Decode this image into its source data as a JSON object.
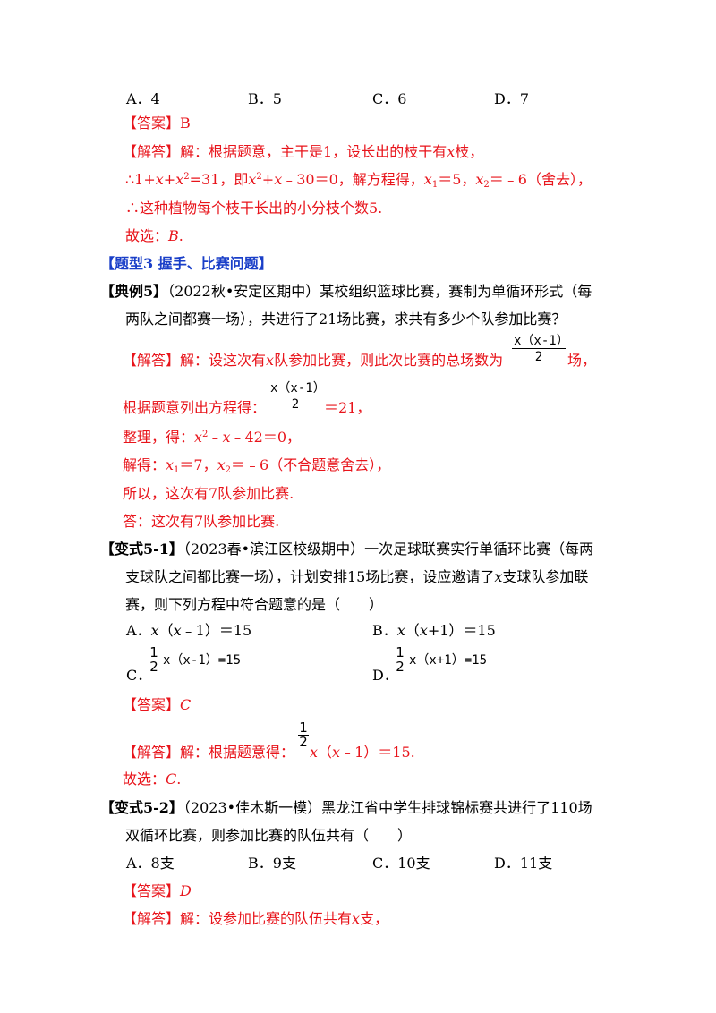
{
  "q4_options": {
    "a": "A．4",
    "b": "B．5",
    "c": "C．6",
    "d": "D．7"
  },
  "q4_answer": {
    "tag": "【答案】",
    "value": "B"
  },
  "q4_solution": {
    "line1_tag": "【解答】",
    "line1_text": "解：根据题意，主干是1，设长出的枝干有",
    "line1_var": "x",
    "line1_end": "枝，",
    "line2_prefix": "∴1+",
    "line2_a": "x",
    "line2_b": "+",
    "line2_c": "x",
    "line2_d": "=31，即",
    "line2_e": "x",
    "line2_f": "+",
    "line2_g": "x",
    "line2_h": "﹣30＝0，解方程得，",
    "line2_x1": "x",
    "line2_x1v": "＝5，",
    "line2_x2": "x",
    "line2_x2v": "＝﹣6（舍去），",
    "line3": "∴这种植物每个枝干长出的小分枝个数5.",
    "line4_prefix": "故选：",
    "line4_value": "B",
    "line4_end": "."
  },
  "section": {
    "title": "【题型3 握手、比赛问题】"
  },
  "example5": {
    "tag": "【典例5】",
    "line1": "（2022秋•安定区期中）某校组织篮球比赛，赛制为单循环形式（每",
    "line2": "两队之间都赛一场），共进行了21场比赛，求共有多少个队参加比赛？"
  },
  "example5_solution": {
    "tag": "【解答】",
    "line1a": "解：设这次有",
    "line1var": "x",
    "line1b": "队参加比赛，则此次比赛的总场数为",
    "frac_num": "x（x-1）",
    "frac_den": "2",
    "line1c": "场，",
    "line2a": "根据题意列出方程得：",
    "line2b": "＝21，",
    "line3a": "整理，得：",
    "line3_x": "x",
    "line3_mid": "﹣",
    "line3_x2": "x",
    "line3_end": "﹣42＝0，",
    "line4a": "解得：",
    "line4_x1": "x",
    "line4_x1v": "＝7，",
    "line4_x2": "x",
    "line4_x2v": "＝﹣6（不合题意舍去），",
    "line5": "所以，这次有7队参加比赛.",
    "line6": "答：这次有7队参加比赛."
  },
  "var51": {
    "tag": "【变式5-1】",
    "line1": "（2023春•滨江区校级期中）一次足球联赛实行单循环比赛（每两",
    "line2": "支球队之间都比赛一场），计划安排15场比赛，设应邀请了",
    "line2_var": "x",
    "line2_end": "支球队参加联",
    "line3": "赛，则下列方程中符合题意的是（　　）",
    "opt_a_label": "A．",
    "opt_a_x": "x",
    "opt_a_rest": "（",
    "opt_a_x2": "x",
    "opt_a_end": "﹣1）＝15",
    "opt_b_label": "B．",
    "opt_b_x": "x",
    "opt_b_rest": "（",
    "opt_b_x2": "x",
    "opt_b_end": "+1）＝15",
    "opt_c_label": "C．",
    "opt_c_num": "1",
    "opt_c_den": "2",
    "opt_c_expr": "x（x-1）=15",
    "opt_d_label": "D．",
    "opt_d_num": "1",
    "opt_d_den": "2",
    "opt_d_expr": "x（x+1）=15",
    "answer_tag": "【答案】",
    "answer_value": "C",
    "sol_tag": "【解答】",
    "sol_a": "解：根据题意得：",
    "sol_num": "1",
    "sol_den": "2",
    "sol_x": "x",
    "sol_b": "（",
    "sol_x2": "x",
    "sol_c": "﹣1）＝15.",
    "final_prefix": "故选：",
    "final_value": "C",
    "final_end": "."
  },
  "var52": {
    "tag": "【变式5-2】",
    "line1": "（2023•佳木斯一模）黑龙江省中学生排球锦标赛共进行了110场",
    "line2": "双循环比赛，则参加比赛的队伍共有（　　）",
    "opt_a": "A．8支",
    "opt_b": "B．9支",
    "opt_c": "C．10支",
    "opt_d": "D．11支",
    "answer_tag": "【答案】",
    "answer_value": "D",
    "sol_tag": "【解答】",
    "sol_a": "解：设参加比赛的队伍共有",
    "sol_x": "x",
    "sol_b": "支，"
  }
}
